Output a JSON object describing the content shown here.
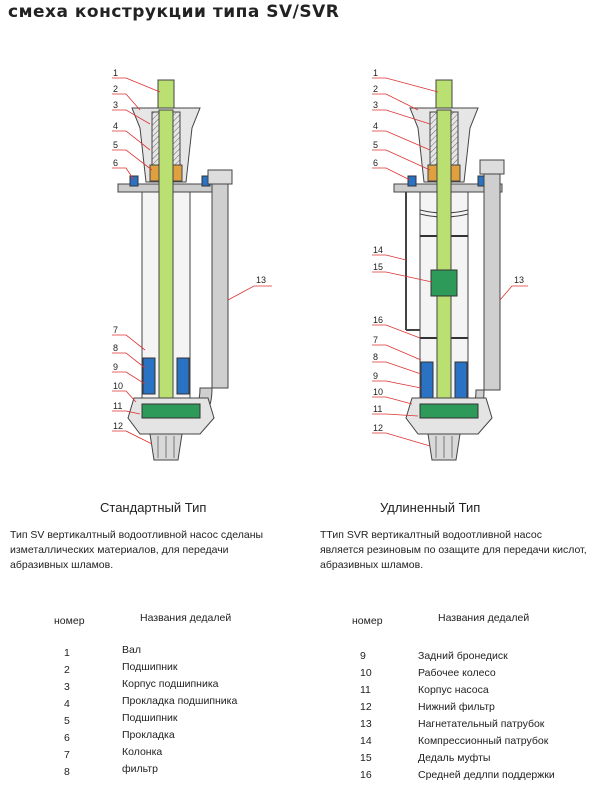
{
  "title": "смеха конструкции типа SV/SVR",
  "left_diagram": {
    "labels": [
      "1",
      "2",
      "3",
      "4",
      "5",
      "6",
      "13",
      "7",
      "8",
      "9",
      "10",
      "11",
      "12"
    ]
  },
  "right_diagram": {
    "labels": [
      "1",
      "2",
      "3",
      "4",
      "5",
      "6",
      "14",
      "15",
      "13",
      "16",
      "7",
      "8",
      "9",
      "10",
      "11",
      "12"
    ]
  },
  "captions": {
    "left": "Стандартный Тип",
    "right": "Удлиненный Тип"
  },
  "descriptions": {
    "left": [
      "Тип SV вертикалтный водоотливной насос сделаны",
      "изметаллических материалов,  для передачи",
      "абразивных шламов."
    ],
    "right": [
      "ТТип SVR вертикалтный водоотливной насос",
      "является резиновым по озащите для передачи кислот,",
      "абразивных шламов."
    ]
  },
  "table_left": {
    "col_number": "номер",
    "col_name": "Названия дедалей",
    "rows": [
      {
        "num": "1",
        "name": "Вал"
      },
      {
        "num": "2",
        "name": "Подшипник"
      },
      {
        "num": "3",
        "name": "Корпус подшипника"
      },
      {
        "num": "4",
        "name": "Прокладка подшипника"
      },
      {
        "num": "5",
        "name": "Подшипник"
      },
      {
        "num": "6",
        "name": "Прокладка"
      },
      {
        "num": "7",
        "name": "Колонка"
      },
      {
        "num": "8",
        "name": "фильтр"
      }
    ]
  },
  "table_right": {
    "col_number": "номер",
    "col_name": "Названия дедалей",
    "rows": [
      {
        "num": "9",
        "name": "Задний бронедиск"
      },
      {
        "num": "10",
        "name": "Рабочее колесо"
      },
      {
        "num": "11",
        "name": "Корпус насоса"
      },
      {
        "num": "12",
        "name": "Нижний фильтр"
      },
      {
        "num": "13",
        "name": "Нагнетательный патрубок"
      },
      {
        "num": "14",
        "name": "Компрессионный  патрубок"
      },
      {
        "num": "15",
        "name": "Дедаль муфты"
      },
      {
        "num": "16",
        "name": "Средней дедлпи поддержки"
      }
    ]
  }
}
